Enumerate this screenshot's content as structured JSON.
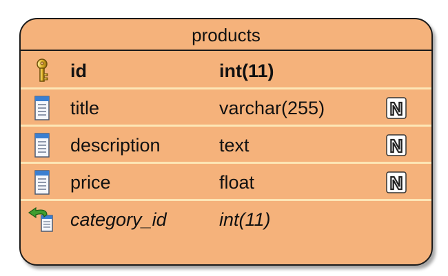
{
  "table": {
    "name": "products",
    "columns": [
      {
        "name": "id",
        "type": "int(11)",
        "role": "primary-key",
        "nullable_badge": ""
      },
      {
        "name": "title",
        "type": "varchar(255)",
        "role": "column",
        "nullable_badge": "N"
      },
      {
        "name": "description",
        "type": "text",
        "role": "column",
        "nullable_badge": "N"
      },
      {
        "name": "price",
        "type": "float",
        "role": "column",
        "nullable_badge": "N"
      },
      {
        "name": "category_id",
        "type": "int(11)",
        "role": "foreign-key",
        "nullable_badge": ""
      }
    ]
  },
  "colors": {
    "entity_fill": "#f5b27b",
    "separator": "#fde6b6",
    "border": "#1a1a1a"
  },
  "icons": [
    "key-icon",
    "column-icon",
    "foreign-key-icon",
    "nullable-icon"
  ]
}
